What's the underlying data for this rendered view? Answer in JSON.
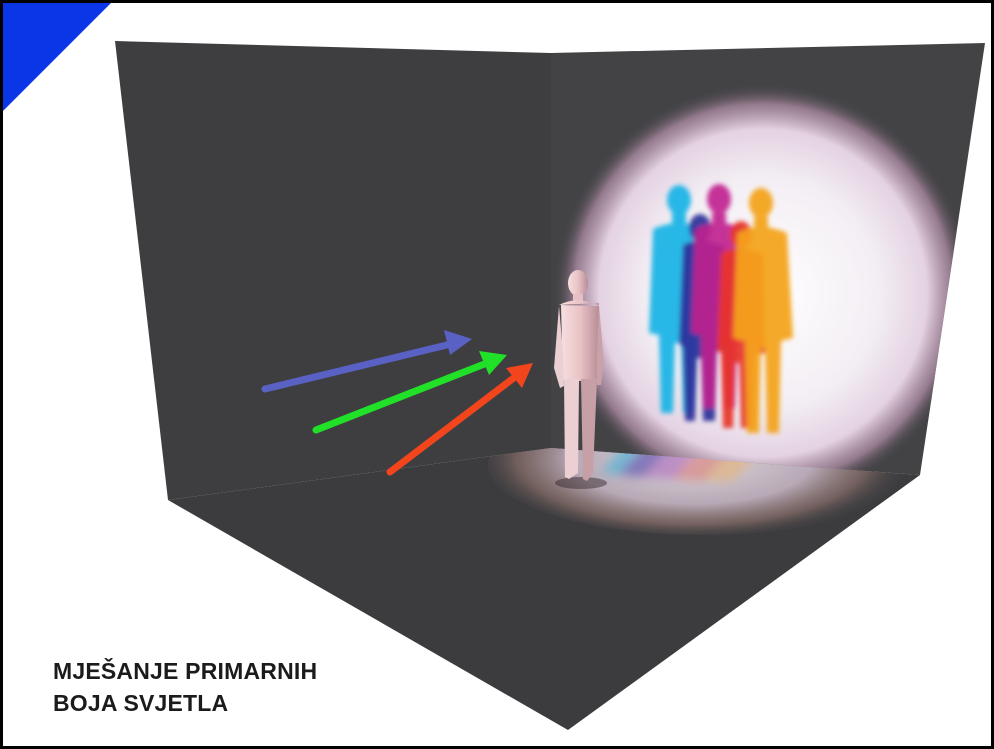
{
  "caption": {
    "line1": "MJEŠANJE PRIMARNIH",
    "line2": "BOJA SVJETLA"
  },
  "colors": {
    "accent_corner": "#0a36e8",
    "room": "#3f3f42",
    "arrow_blue": "#5a61c4",
    "arrow_green": "#21e028",
    "arrow_red": "#f2451c",
    "shadow_cyan": "#1ab3e6",
    "shadow_blue": "#2d2f9a",
    "shadow_magenta": "#c0208e",
    "shadow_red": "#e8342a",
    "shadow_yellow": "#f5a21a"
  },
  "icons": [
    "corner-accent",
    "person-figure",
    "arrow"
  ]
}
